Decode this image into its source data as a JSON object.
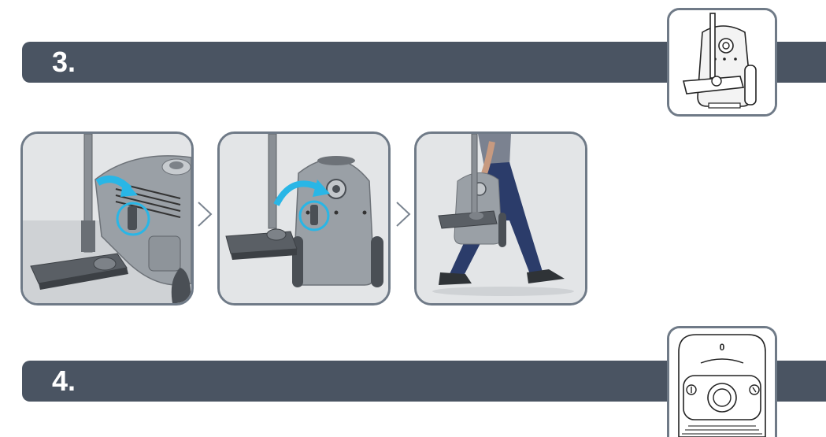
{
  "sections": [
    {
      "number": "3.",
      "thumbnail": "vacuum-upright-parking-icon"
    },
    {
      "number": "4.",
      "thumbnail": "vacuum-top-controls-icon",
      "dial_label": "0"
    }
  ],
  "steps": [
    {
      "name": "insert-hose-into-side-slot",
      "illustration": "vacuum-side-parking-slot-icon"
    },
    {
      "name": "insert-hose-into-rear-slot",
      "illustration": "vacuum-rear-parking-slot-icon"
    },
    {
      "name": "carry-vacuum",
      "illustration": "person-carrying-vacuum-icon"
    }
  ],
  "colors": {
    "bar": "#4a5462",
    "frame": "#6f7a87",
    "highlight": "#29b6e6"
  }
}
